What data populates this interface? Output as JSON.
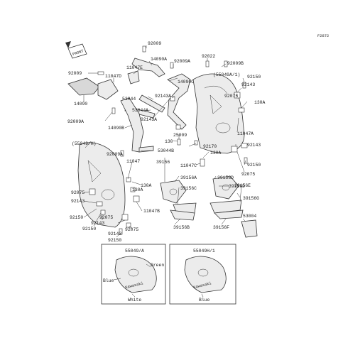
{
  "diagram_code": "F2872",
  "front_marker": "FRONT",
  "labels": {
    "p92009_top": "92009",
    "p14090A": "14090A",
    "p92009A_top": "92009A",
    "p92022": "92022",
    "p92009B": "92009B",
    "p55049A1_top": "(55049A/1)",
    "p92009_left": "92009",
    "p11047D": "11047D",
    "p11047E": "11047E",
    "p14090C": "14090C",
    "p92150_r1": "92150",
    "p92143_r1": "92143",
    "p14090": "14090",
    "p53044": "53044",
    "p92143A_mid": "92143A",
    "p92075_r1": "92075",
    "p53044A": "53044A",
    "p130A_r1": "130A",
    "p92009A_left": "92009A",
    "p92143A_mid2": "92143A",
    "p14090B": "14090B",
    "p11047A": "11047A",
    "p25009": "25009",
    "p130_mid": "130",
    "p92143_r2": "92143",
    "p53044B": "53044B",
    "p55049H": "(55049/H)",
    "p92170": "92170",
    "p92009A_mid": "92009A",
    "p130A_mid": "130A",
    "p11047C": "11047C",
    "p92150_r2": "92150",
    "p92075_r2": "92075",
    "p11047": "11047",
    "p39156": "39156",
    "p39156A": "39156A",
    "p39156D_a": "39156D",
    "p130A_left": "130A",
    "p39156C": "39156C",
    "p39156D_b": "39156D",
    "p39156E": "39156E",
    "p130A_left2": "130A",
    "p39156G": "39156G",
    "p92075_l1": "92075",
    "p92143_l1": "92143",
    "p11047B": "11047B",
    "p53004": "53004",
    "p92150_l1": "92150",
    "p92075_l2": "92075",
    "p92143_l2": "92143",
    "p92150_l2": "92150",
    "p92075_l3": "92075",
    "p92143_l3": "92143",
    "p39156B": "39156B",
    "p39156F": "39156F",
    "p92150_l3": "92150"
  },
  "inset_left": {
    "title": "55049/A",
    "colors": [
      "Green",
      "Blue",
      "White"
    ],
    "brand": "Kawasaki"
  },
  "inset_right": {
    "title": "55049H/1",
    "colors": [
      "Blue"
    ],
    "brand": "Kawasaki"
  },
  "colors": {
    "part_fill": "#ececec",
    "line": "#333333"
  }
}
